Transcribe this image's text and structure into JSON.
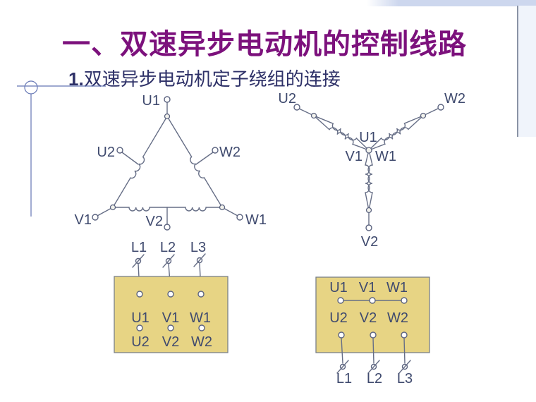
{
  "slide": {
    "title": "一、双速异步电动机的控制线路",
    "section_number": "1.",
    "section_title": "双速异步电动机定子绕组的连接"
  },
  "delta_diagram": {
    "labels": {
      "top": "U1",
      "left_tap": "U2",
      "right_tap": "W2",
      "bottom_left": "V1",
      "bottom_middle": "V2",
      "bottom_right": "W1"
    }
  },
  "star_diagram": {
    "labels": {
      "upper_left": "U2",
      "upper_right": "W2",
      "center_top": "U1",
      "center_left": "V1",
      "center_right": "W1",
      "bottom": "V2"
    }
  },
  "left_terminal_box": {
    "supply": [
      "L1",
      "L2",
      "L3"
    ],
    "top_terminals": [
      "U1",
      "V1",
      "W1"
    ],
    "bottom_terminals": [
      "U2",
      "V2",
      "W2"
    ]
  },
  "right_terminal_box": {
    "top_terminals": [
      "U1",
      "V1",
      "W1"
    ],
    "bottom_terminals": [
      "U2",
      "V2",
      "W2"
    ],
    "supply": [
      "L1",
      "L2",
      "L3"
    ]
  },
  "colors": {
    "title_text": "#7c117c",
    "subtitle_text": "#2e3168",
    "diagram_wire": "#666e86",
    "diagram_label": "#3f4a6e",
    "terminal_box_fill": "#e7d484",
    "terminal_box_border": "#7a8088",
    "top_band": "#cdd7ee",
    "accent_line": "#6576b4",
    "right_rule": "#8a93a5"
  }
}
